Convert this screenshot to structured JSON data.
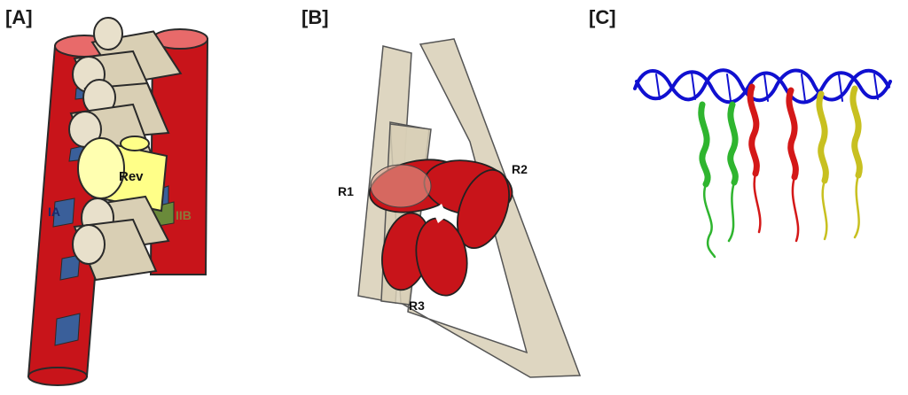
{
  "panels": {
    "a": {
      "label": "[A]",
      "rev": "Rev",
      "ia": "IA",
      "iib": "IIB"
    },
    "b": {
      "label": "[B]",
      "r1": "R1",
      "r2": "R2",
      "r3": "R3"
    },
    "c": {
      "label": "[C]"
    }
  },
  "colors": {
    "helix_red": "#c8141a",
    "helix_tan": "#d9cfb4",
    "rev_yellow": "#ffff88",
    "patch_blue": "#3a5f9a",
    "patch_green": "#6a8a3a",
    "rna_blue": "#1010d0",
    "strand_green": "#2fb52f",
    "strand_red": "#d41818",
    "strand_yellow": "#c8c020"
  }
}
